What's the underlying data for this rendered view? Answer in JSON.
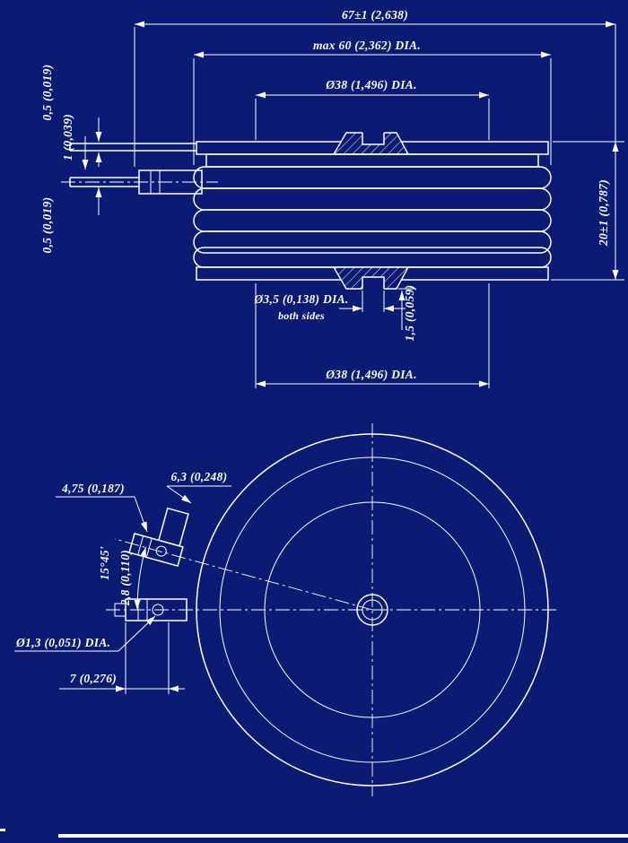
{
  "colors": {
    "background": "#0b1b74",
    "line": "#ffffff"
  },
  "side_view": {
    "dim_overall_width": "67±1 (2,638)",
    "dim_max_diameter": "max 60 (2,362) DIA.",
    "dim_top_pole_diameter": "Ø38 (1,496) DIA.",
    "dim_lead_thickness_top": "0,5 (0,019)",
    "dim_lead_gap": "1 (0,039)",
    "dim_lead_thickness_bottom": "0,5 (0,019)",
    "dim_height": "20±1 (0,787)",
    "dim_gate_hole_diameter": "Ø3,5 (0,138) DIA.",
    "note_gate_hole": "both sides",
    "dim_recess_depth": "1,5 (0,059)",
    "dim_bottom_pole_diameter": "Ø38 (1,496) DIA."
  },
  "bottom_view": {
    "dim_lead_bend": "6,3 (0,248)",
    "dim_terminal_width": "4,75 (0,187)",
    "dim_lead_angle": "15°45'",
    "dim_terminal_offset": "2,8 (0,110)",
    "dim_lead_diameter": "Ø1,3 (0,051) DIA.",
    "dim_terminal_length": "7 (0,276)"
  }
}
